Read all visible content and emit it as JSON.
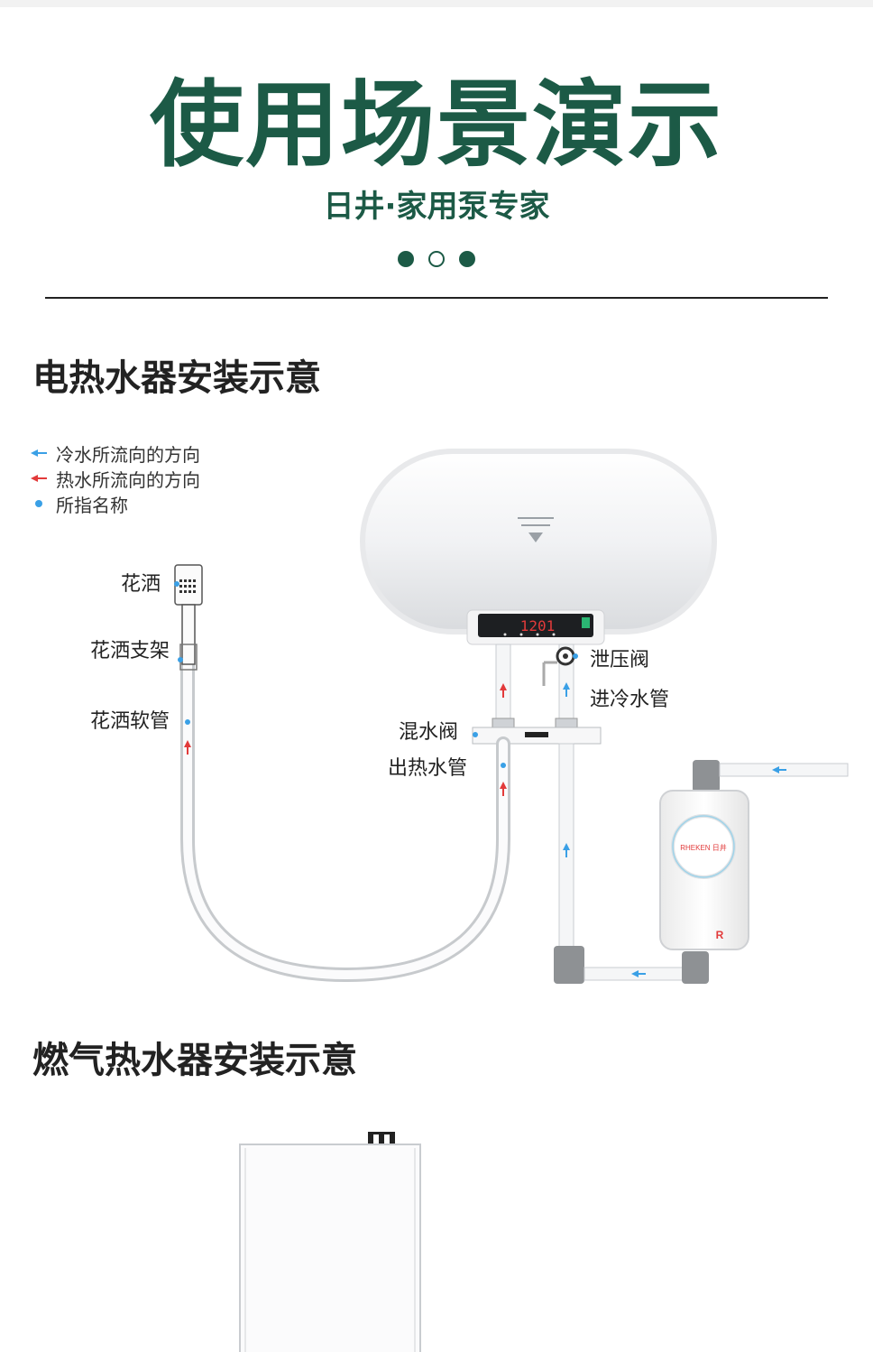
{
  "header": {
    "title": "使用场景演示",
    "subtitle": "日井·家用泵专家"
  },
  "pager": {
    "count": 3,
    "active_index": 1
  },
  "section_electric": {
    "title": "电热水器安装示意",
    "legend": [
      {
        "text": "冷水所流向的方向",
        "mark": "arrow",
        "color": "#3aa0e6"
      },
      {
        "text": "热水所流向的方向",
        "mark": "arrow",
        "color": "#e23a3a"
      },
      {
        "text": "所指名称",
        "mark": "dot",
        "color": "#3aa0e6"
      }
    ],
    "labels": {
      "shower": "花洒",
      "shower_bracket": "花洒支架",
      "shower_hose": "花洒软管",
      "pressure_relief_valve": "泄压阀",
      "cold_inlet_pipe": "进冷水管",
      "mixing_valve": "混水阀",
      "hot_outlet_pipe": "出热水管"
    },
    "heater_display": "1201",
    "pump_brand": "RHEKEN 日井",
    "pump_logo_letter": "R"
  },
  "section_gas": {
    "title": "燃气热水器安装示意"
  },
  "colors": {
    "brand_green": "#1c5a46",
    "cold_blue": "#3aa0e6",
    "hot_red": "#e23a3a"
  }
}
